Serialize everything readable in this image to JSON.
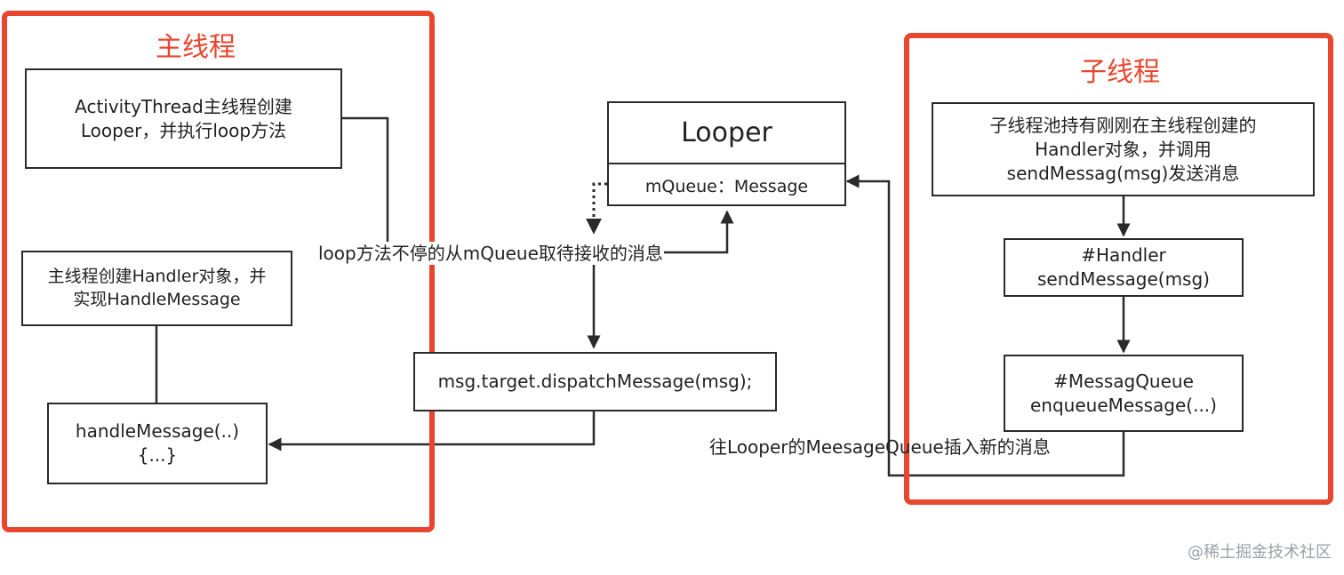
{
  "main_thread": {
    "title": "主线程",
    "activity_box": "ActivityThread主线程创建\nLooper，并执行loop方法",
    "handler_box": "主线程创建Handler对象，并\n实现HandleMessage",
    "handle_message_box": "handleMessage(..)\n{...}"
  },
  "looper": {
    "title": "Looper",
    "field": "mQueue：Message"
  },
  "dispatch_box": "msg.target.dispatchMessage(msg);",
  "sub_thread": {
    "title": "子线程",
    "send_box": "子线程池持有刚刚在主线程创建的\nHandler对象，并调用\nsendMessag(msg)发送消息",
    "handler_send_box": "#Handler\nsendMessage(msg)",
    "queue_box": "#MessagQueue\nenqueueMessage(...)"
  },
  "labels": {
    "loop_label": "loop方法不停的从mQueue取待接收的消息",
    "insert_label": "往Looper的MeesageQueue插入新的消息"
  },
  "watermark": "@稀土掘金技术社区",
  "colors": {
    "frame": "#e8462f",
    "line": "#2a2a2a"
  }
}
